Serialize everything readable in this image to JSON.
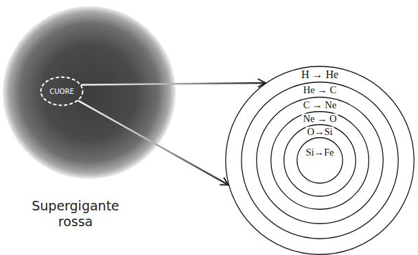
{
  "diagram": {
    "nodes": [
      {
        "text": [
          "Supergigante rossa"
        ]
      },
      {
        "text": [
          "CUORE"
        ],
        "in": 0
      },
      {
        "text": [
          "H → He"
        ]
      },
      {
        "text": [
          "He → C"
        ],
        "in": 2
      },
      {
        "text": [
          "C → Ne"
        ],
        "in": 3
      },
      {
        "text": [
          "Ne → O"
        ],
        "in": 4
      },
      {
        "text": [
          "O→Si"
        ],
        "in": 5
      },
      {
        "text": [
          "Si→Fe"
        ],
        "in": 6
      }
    ],
    "edges": [
      {
        "from": 1,
        "to": 2,
        "arrow": "to"
      },
      {
        "from": 1,
        "to": 2,
        "arrow": "to"
      }
    ]
  }
}
